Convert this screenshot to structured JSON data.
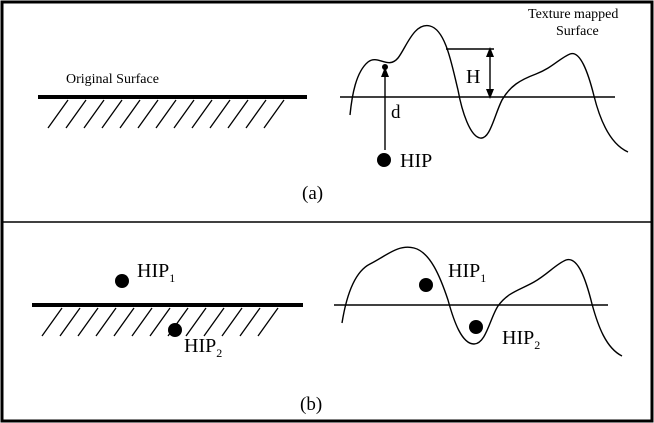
{
  "panel_a": {
    "original_surface_label": "Original Surface",
    "texture_label_line1": "Texture mapped",
    "texture_label_line2": "Surface",
    "height_label": "H",
    "distance_label": "d",
    "hip_label": "HIP",
    "caption": "(a)"
  },
  "panel_b": {
    "hip1_base": "HIP",
    "hip1_sub": "1",
    "hip2_base": "HIP",
    "hip2_sub": "2",
    "right_hip1_base": "HIP",
    "right_hip1_sub": "1",
    "right_hip2_base": "HIP",
    "right_hip2_sub": "2",
    "caption": "(b)"
  },
  "colors": {
    "ink": "#000000",
    "background": "#ffffff"
  }
}
